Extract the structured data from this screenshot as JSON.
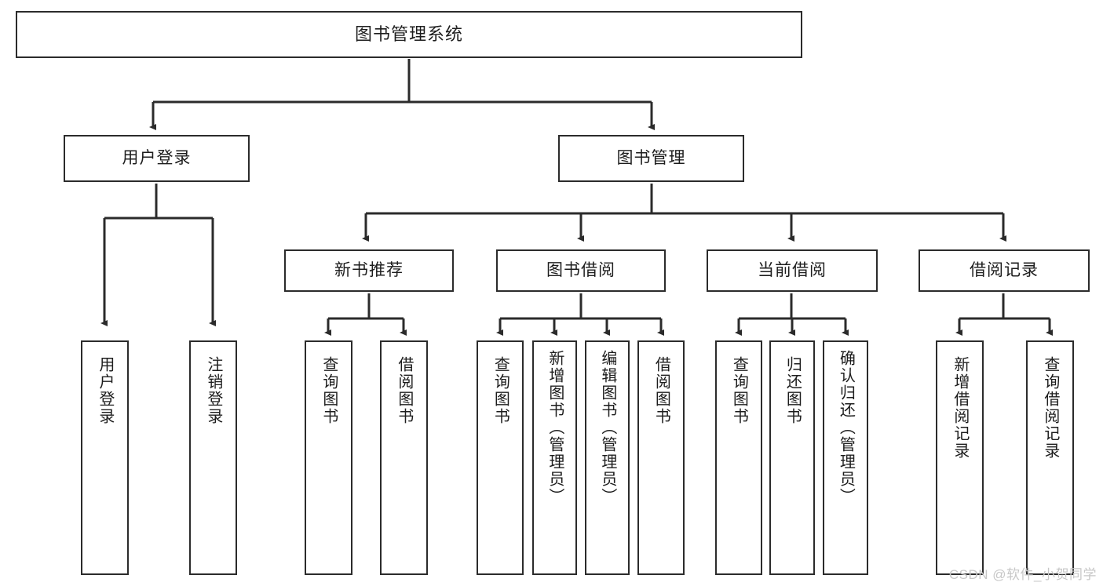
{
  "diagram": {
    "title": "图书管理系统",
    "type": "tree-hierarchy-diagram",
    "theme": {
      "border_color": "#2b2b2b",
      "text_color": "#1d1d1d",
      "background": "#ffffff",
      "watermark_color": "#c7c7c7"
    },
    "watermark": "CSDN @软件_小贺同学",
    "levels": {
      "root": {
        "label": "图书管理系统"
      },
      "level2": [
        {
          "id": "user-login",
          "label": "用户登录"
        },
        {
          "id": "book-management",
          "label": "图书管理"
        }
      ],
      "level3": [
        {
          "id": "new-book-recommend",
          "label": "新书推荐",
          "parent": "book-management"
        },
        {
          "id": "book-borrow",
          "label": "图书借阅",
          "parent": "book-management"
        },
        {
          "id": "current-borrow",
          "label": "当前借阅",
          "parent": "book-management"
        },
        {
          "id": "borrow-record",
          "label": "借阅记录",
          "parent": "book-management"
        }
      ],
      "leaves": [
        {
          "id": "leaf-user-login",
          "label": "用户登录",
          "parent": "user-login"
        },
        {
          "id": "leaf-user-logout",
          "label": "注销登录",
          "parent": "user-login"
        },
        {
          "id": "leaf-query-book-1",
          "label": "查询图书",
          "parent": "new-book-recommend"
        },
        {
          "id": "leaf-borrow-book-1",
          "label": "借阅图书",
          "parent": "new-book-recommend"
        },
        {
          "id": "leaf-query-book-2",
          "label": "查询图书",
          "parent": "book-borrow"
        },
        {
          "id": "leaf-add-book",
          "label": "新增图书（管理员）",
          "parent": "book-borrow"
        },
        {
          "id": "leaf-edit-book",
          "label": "编辑图书（管理员）",
          "parent": "book-borrow"
        },
        {
          "id": "leaf-borrow-book-2",
          "label": "借阅图书",
          "parent": "book-borrow"
        },
        {
          "id": "leaf-query-book-3",
          "label": "查询图书",
          "parent": "current-borrow"
        },
        {
          "id": "leaf-return-book",
          "label": "归还图书",
          "parent": "current-borrow"
        },
        {
          "id": "leaf-confirm-return",
          "label": "确认归还（管理员）",
          "parent": "current-borrow"
        },
        {
          "id": "leaf-add-record",
          "label": "新增借阅记录",
          "parent": "borrow-record"
        },
        {
          "id": "leaf-query-record",
          "label": "查询借阅记录",
          "parent": "borrow-record"
        }
      ]
    }
  }
}
